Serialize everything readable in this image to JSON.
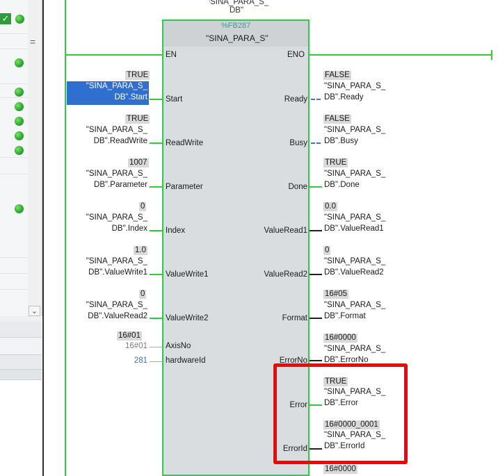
{
  "block": {
    "instance_db_top": "\"SINA_PARA_S_",
    "instance_db_bottom": "DB\"",
    "number": "%FB287",
    "name": "\"SINA_PARA_S\""
  },
  "pins": {
    "en": "EN",
    "eno": "ENO"
  },
  "inputs": [
    {
      "pin": "Start",
      "value": "TRUE",
      "line1": "\"SINA_PARA_S_",
      "line2": "DB\".Start"
    },
    {
      "pin": "ReadWrite",
      "value": "TRUE",
      "line1": "\"SINA_PARA_S_",
      "line2": "DB\".ReadWrite"
    },
    {
      "pin": "Parameter",
      "value": "1007",
      "line1": "\"SINA_PARA_S_",
      "line2": "DB\".Parameter"
    },
    {
      "pin": "Index",
      "value": "0",
      "line1": "\"SINA_PARA_S_",
      "line2": "DB\".Index"
    },
    {
      "pin": "ValueWrite1",
      "value": "1.0",
      "line1": "\"SINA_PARA_S_",
      "line2": "DB\".ValueWrite1"
    },
    {
      "pin": "ValueWrite2",
      "value": "0",
      "line1": "\"SINA_PARA_S_",
      "line2": "DB\".ValueRead2"
    }
  ],
  "axis_no": {
    "pin": "AxisNo",
    "value": "16#01",
    "default": "16#01"
  },
  "hardware_id": {
    "pin": "hardwareId",
    "value": "281"
  },
  "outputs": [
    {
      "pin": "Ready",
      "value": "FALSE",
      "line1": "\"SINA_PARA_S_",
      "line2": "DB\".Ready"
    },
    {
      "pin": "Busy",
      "value": "FALSE",
      "line1": "\"SINA_PARA_S_",
      "line2": "DB\".Busy"
    },
    {
      "pin": "Done",
      "value": "TRUE",
      "line1": "\"SINA_PARA_S_",
      "line2": "DB\".Done"
    },
    {
      "pin": "ValueRead1",
      "value": "0.0",
      "line1": "\"SINA_PARA_S_",
      "line2": "DB\".ValueRead1"
    },
    {
      "pin": "ValueRead2",
      "value": "0",
      "line1": "\"SINA_PARA_S_",
      "line2": "DB\".ValueRead2"
    },
    {
      "pin": "Format",
      "value": "16#05",
      "line1": "\"SINA_PARA_S_",
      "line2": "DB\".Format"
    },
    {
      "pin": "ErrorNo",
      "value": "16#0000",
      "line1": "\"SINA_PARA_S_",
      "line2": "DB\".ErrorNo"
    },
    {
      "pin": "Error",
      "value": "TRUE",
      "line1": "\"SINA_PARA_S_",
      "line2": "DB\".Error"
    },
    {
      "pin": "ErrorId",
      "value": "16#0000_0001",
      "line1": "\"SINA_PARA_S_",
      "line2": "DB\".ErrorId"
    }
  ],
  "trailing_value": "16#0000",
  "left_panel": {
    "check_glyph": "✓",
    "scroll_grip": "=",
    "scroll_down": "⌄"
  },
  "colors": {
    "wire": "#2fcc40",
    "highlight": "#ff0000",
    "selection": "#2f6fd0"
  }
}
